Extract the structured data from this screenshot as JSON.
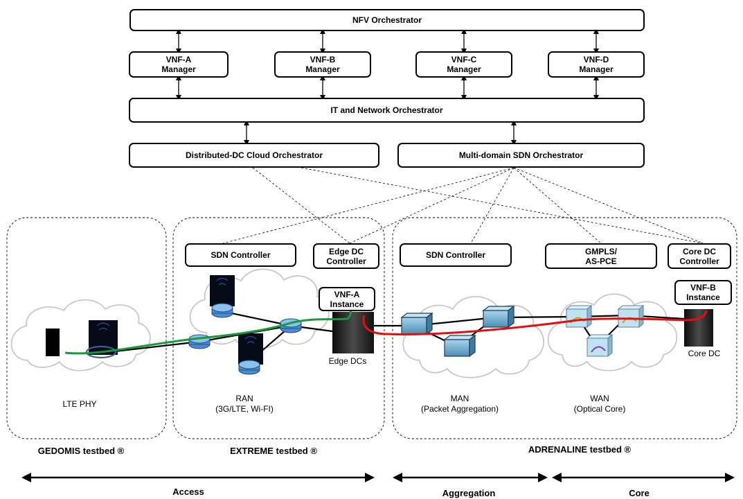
{
  "orchestration": {
    "nfv_orchestrator": "NFV Orchestrator",
    "managers": [
      {
        "line1": "VNF-A",
        "line2": "Manager"
      },
      {
        "line1": "VNF-B",
        "line2": "Manager"
      },
      {
        "line1": "VNF-C",
        "line2": "Manager"
      },
      {
        "line1": "VNF-D",
        "line2": "Manager"
      }
    ],
    "it_network_orchestrator": "IT and Network Orchestrator",
    "cloud_orchestrator": "Distributed-DC Cloud Orchestrator",
    "sdn_orchestrator": "Multi-domain SDN Orchestrator"
  },
  "controllers": {
    "sdn_controller_ran": "SDN Controller",
    "edge_dc_controller": {
      "line1": "Edge DC",
      "line2": "Controller"
    },
    "sdn_controller_man": "SDN Controller",
    "gmpls": {
      "line1": "GMPLS/",
      "line2": "AS-PCE"
    },
    "core_dc_controller": {
      "line1": "Core DC",
      "line2": "Controller"
    }
  },
  "instances": {
    "vnf_a": {
      "line1": "VNF-A",
      "line2": "Instance"
    },
    "vnf_b": {
      "line1": "VNF-B",
      "line2": "Instance"
    }
  },
  "networks": {
    "lte_phy": "LTE PHY",
    "ran": {
      "line1": "RAN",
      "line2": "(3G/LTE, Wi-FI)"
    },
    "edge_dcs": "Edge DCs",
    "man": {
      "line1": "MAN",
      "line2": "(Packet Aggregation)"
    },
    "wan": {
      "line1": "WAN",
      "line2": "(Optical Core)"
    },
    "core_dc": "Core DC"
  },
  "testbeds": {
    "gedomis": "GEDOMIS testbed ®",
    "extreme": "EXTREME testbed ®",
    "adrenaline": "ADRENALINE testbed ®"
  },
  "segments": {
    "access": "Access",
    "aggregation": "Aggregation",
    "core": "Core"
  },
  "colors": {
    "lte_path": "#1a9a3a",
    "service_path": "#e01010",
    "switch_blue": "#5a9ec8",
    "router_blue": "#3f83c8",
    "server_dark": "#1c1c1c"
  }
}
